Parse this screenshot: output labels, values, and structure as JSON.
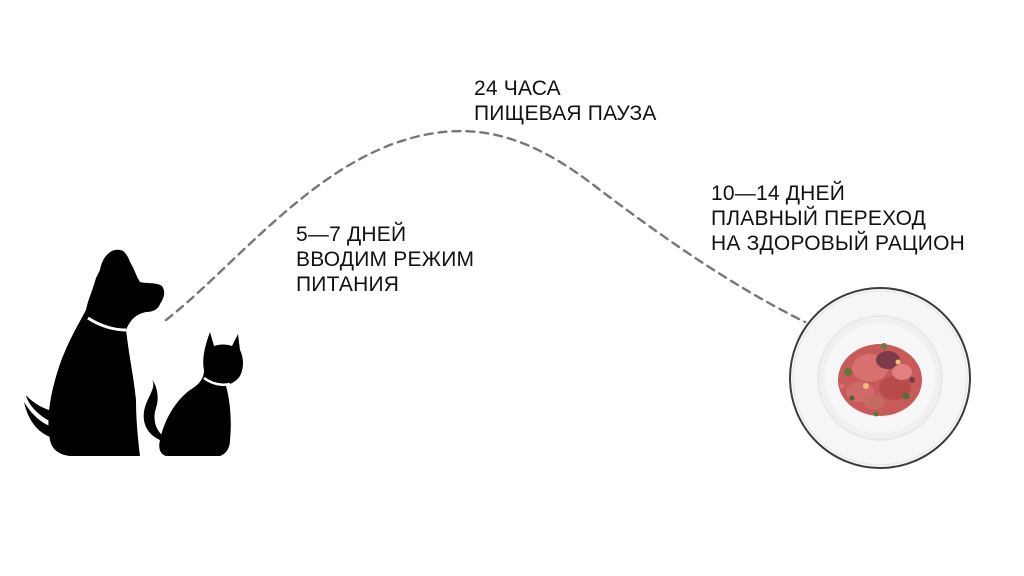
{
  "stages": [
    {
      "duration": "5—7 ДНЕЙ",
      "line1": "ВВОДИМ РЕЖИМ",
      "line2": "ПИТАНИЯ"
    },
    {
      "duration": "24 ЧАСА",
      "line1": "ПИЩЕВАЯ ПАУЗА"
    },
    {
      "duration": "10—14 ДНЕЙ",
      "line1": "ПЛАВНЫЙ ПЕРЕХОД",
      "line2": "НА ЗДОРОВЫЙ РАЦИОН"
    }
  ],
  "icons": {
    "pets": "dog-and-cat-silhouette-icon",
    "bowl": "plate-with-food-icon"
  },
  "colors": {
    "path": "#777777",
    "silhouette": "#000000",
    "text": "#111111"
  }
}
